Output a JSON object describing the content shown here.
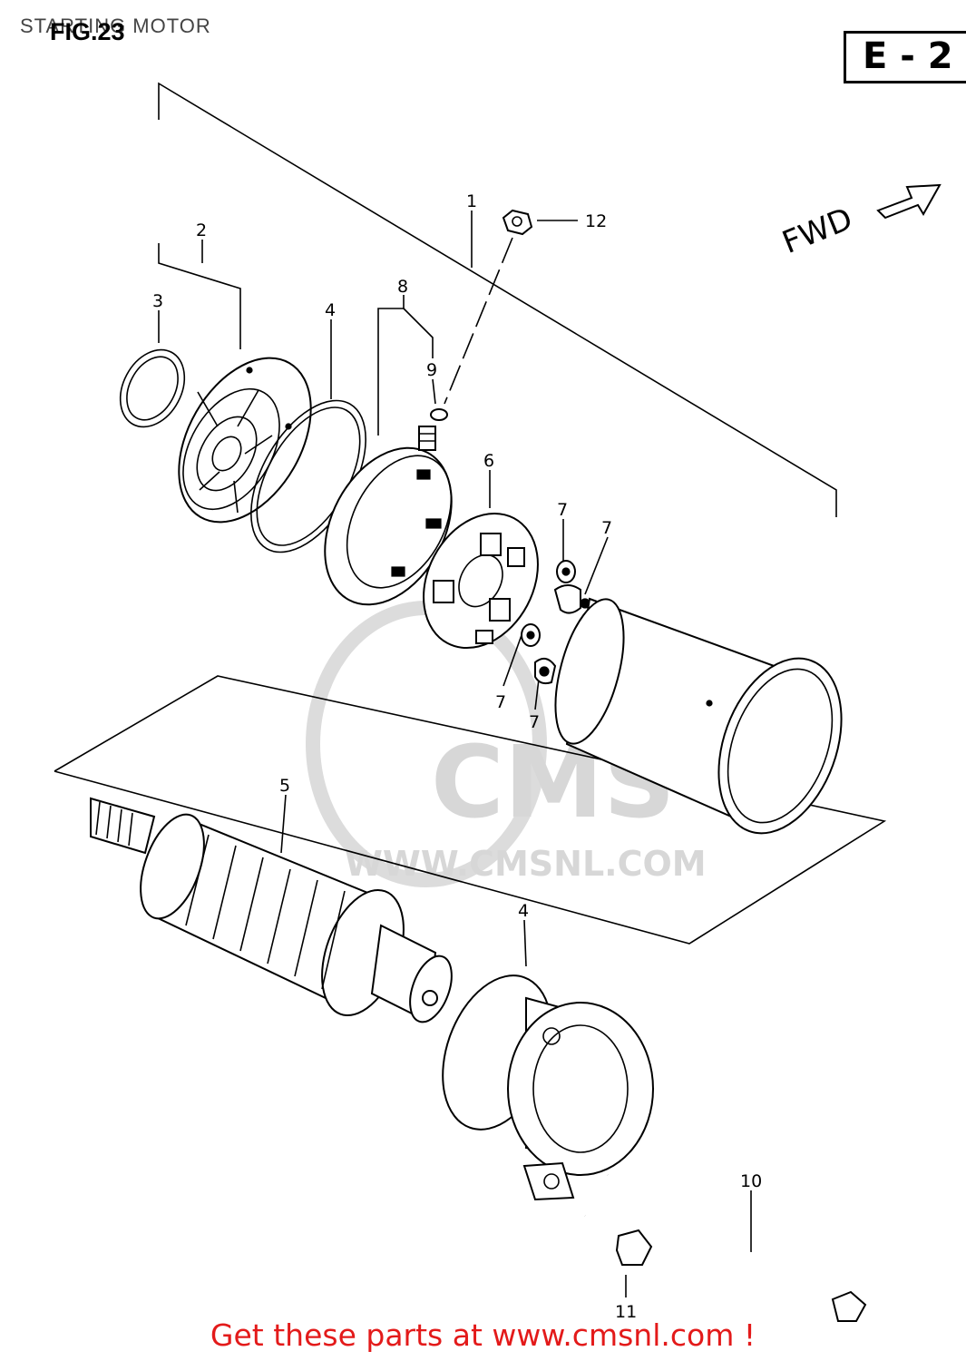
{
  "header": {
    "page_title": "STARTING MOTOR",
    "figure_label": "FIG.23",
    "section_code": "E - 2"
  },
  "direction_label": "FWD",
  "watermark": {
    "logo_text": "CMS",
    "url": "WWW.CMSNL.COM",
    "color": "#d7d7d7"
  },
  "callouts": [
    "1",
    "2",
    "3",
    "4",
    "8",
    "9",
    "6",
    "7",
    "7",
    "7",
    "7",
    "5",
    "4",
    "10",
    "11",
    "12"
  ],
  "footer": {
    "text": "Get these parts at www.cmsnl.com !",
    "color": "#e31a1a"
  }
}
